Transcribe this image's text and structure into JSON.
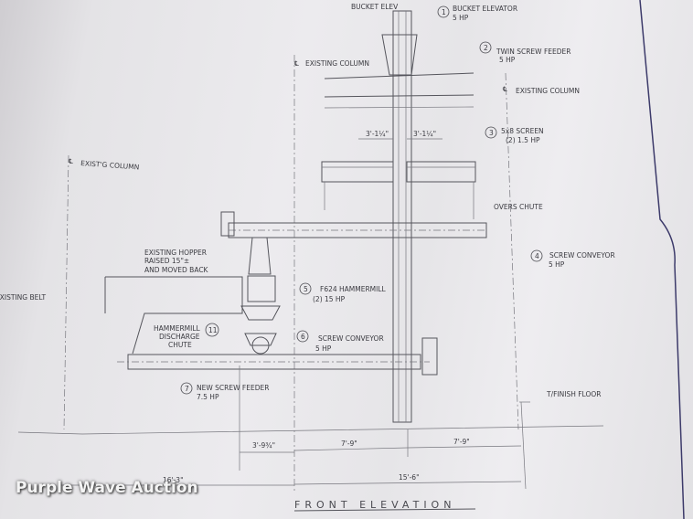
{
  "labels": {
    "bucket_elevator_cl": "BUCKET ELEV",
    "item1_num": "1",
    "item1_name": "BUCKET ELEVATOR",
    "item1_hp": "5 HP",
    "item2_num": "2",
    "item2_name": "TWIN SCREW FEEDER",
    "item2_hp": "5 HP",
    "existing_column_1": "EXISTING COLUMN",
    "existing_column_2": "EXISTING COLUMN",
    "existing_column_3": "EXIST'G COLUMN",
    "item3_num": "3",
    "item3_name": "5x8 SCREEN",
    "item3_hp": "(2) 1.5 HP",
    "overs_chute": "OVERS CHUTE",
    "item4_num": "4",
    "item4_name": "SCREW CONVEYOR",
    "item4_hp": "5 HP",
    "hopper_line1": "EXISTING HOPPER",
    "hopper_line2": "RAISED 15\"±",
    "hopper_line3": "AND MOVED BACK",
    "existing_belt": "EXISTING BELT",
    "item5_num": "5",
    "item5_name": "F624 HAMMERMILL",
    "item5_hp": "(2) 15 HP",
    "item11_num": "11",
    "discharge_line1": "HAMMERMILL",
    "discharge_line2": "DISCHARGE",
    "discharge_line3": "CHUTE",
    "item6_num": "6",
    "item6_name": "SCREW CONVEYOR",
    "item6_hp": "5 HP",
    "item7_num": "7",
    "item7_name": "NEW SCREW FEEDER",
    "item7_hp": "7.5 HP",
    "finish_floor": "T/FINISH FLOOR",
    "centerline_symbol": "℄"
  },
  "dimensions": {
    "screen_left": "3'-1¼\"",
    "screen_right": "3'-1¼\"",
    "d1": "3'-9¾\"",
    "d2": "7'-9\"",
    "d3": "7'-9\"",
    "overall_right": "15'-6\"",
    "overall_left": "16'-3\""
  },
  "drawing_title": "FRONT ELEVATION",
  "watermark": "Purple Wave Auction",
  "colors": {
    "paper": "#ebeaed",
    "ink": "#3a3a40",
    "border": "#3c3a6a"
  }
}
